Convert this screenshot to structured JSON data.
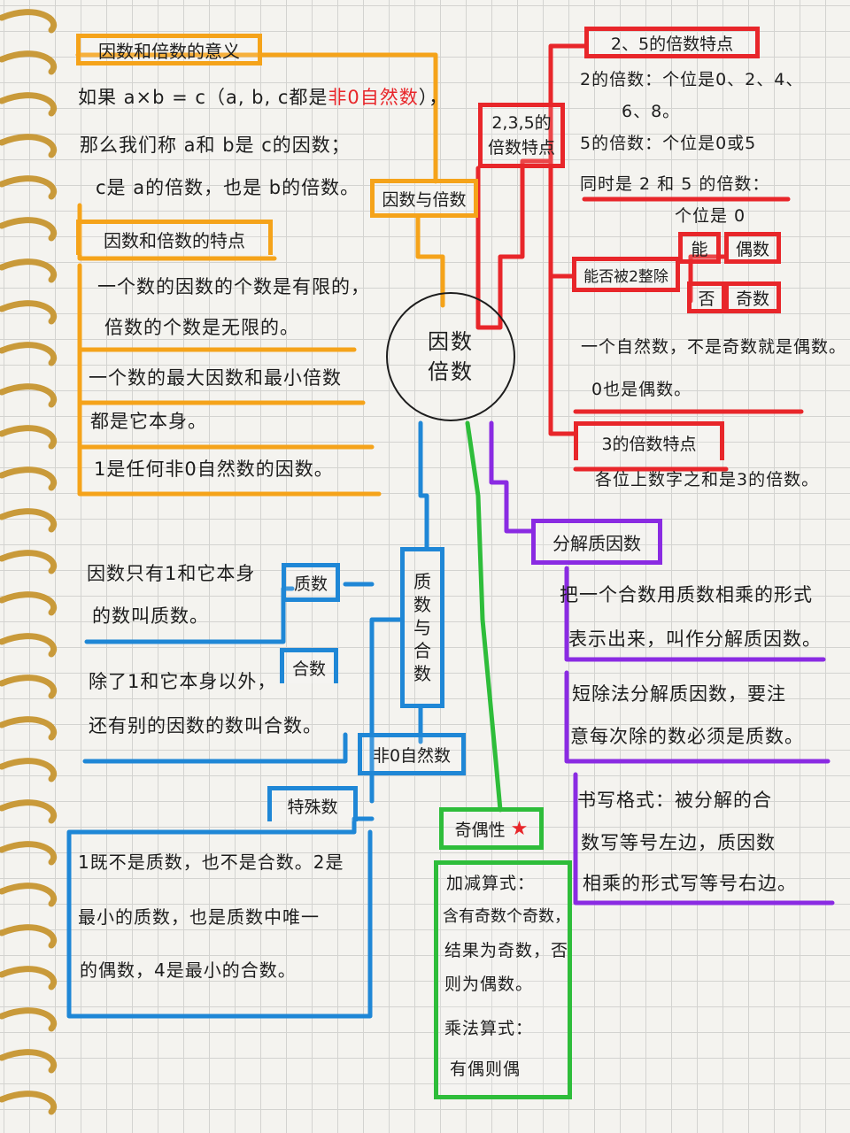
{
  "center": {
    "line1": "因数",
    "line2": "倍数"
  },
  "left_top": {
    "meaning_title": "因数和倍数的意义",
    "meaning_l1_pre": "如果 a×b = c（a, b, c都是",
    "meaning_l1_red": "非0自然数",
    "meaning_l1_post": "），",
    "meaning_l2": "那么我们称 a和 b是 c的因数；",
    "meaning_l3": "c是 a的倍数，也是 b的倍数。",
    "branch_label": "因数与倍数",
    "feature_title": "因数和倍数的特点",
    "feature_l1": "一个数的因数的个数是有限的，",
    "feature_l2": "倍数的个数是无限的。",
    "feature_l3": "一个数的最大因数和最小倍数",
    "feature_l4": "都是它本身。",
    "feature_l5": "1是任何非0自然数的因数。"
  },
  "right_top": {
    "branch_label_l1": "2,3,5的",
    "branch_label_l2": "倍数特点",
    "t25_title": "2、5的倍数特点",
    "t2_l1": "2的倍数：个位是0、2、4、",
    "t2_l2": "6、8。",
    "t5_l1": "5的倍数：个位是0或5",
    "both_l1": "同时是 2 和 5 的倍数：",
    "both_l2": "个位是 0",
    "div2_label": "能否被2整除",
    "can": "能",
    "even": "偶数",
    "cannot": "否",
    "odd": "奇数",
    "note_l1": "一个自然数，不是奇数就是偶数。",
    "note_l2": "0也是偶数。",
    "t3_title": "3的倍数特点",
    "t3_l1": "各位上数字之和是3的倍数。"
  },
  "purple": {
    "title": "分解质因数",
    "p1_l1": "把一个合数用质数相乘的形式",
    "p1_l2": "表示出来，叫作分解质因数。",
    "p2_l1": "短除法分解质因数，要注",
    "p2_l2": "意每次除的数必须是质数。",
    "p3_l1": "书写格式：被分解的合",
    "p3_l2": "数写等号左边，质因数",
    "p3_l3": "相乘的形式写等号右边。"
  },
  "blue": {
    "vertical_label": [
      "质",
      "数",
      "与",
      "合",
      "数"
    ],
    "prime_l1": "因数只有1和它本身",
    "prime_l2": "的数叫质数。",
    "prime_label": "质数",
    "composite_label": "合数",
    "composite_l1": "除了1和它本身以外，",
    "composite_l2": "还有别的因数的数叫合数。",
    "nonzero_label": "非0自然数",
    "special_label": "特殊数",
    "special_l1": "1既不是质数，也不是合数。2是",
    "special_l2": "最小的质数，也是质数中唯一",
    "special_l3": "的偶数，4是最小的合数。"
  },
  "green": {
    "title": "奇偶性",
    "star_icon": "star-icon",
    "l1": "加减算式：",
    "l2": "含有奇数个奇数，",
    "l3": "结果为奇数，否",
    "l4": "则为偶数。",
    "l5": "乘法算式：",
    "l6": "有偶则偶"
  },
  "colors": {
    "orange": "#f5a31a",
    "red": "#e8262a",
    "purple": "#8a2be2",
    "blue": "#1f87d6",
    "green": "#2ebd3a"
  }
}
